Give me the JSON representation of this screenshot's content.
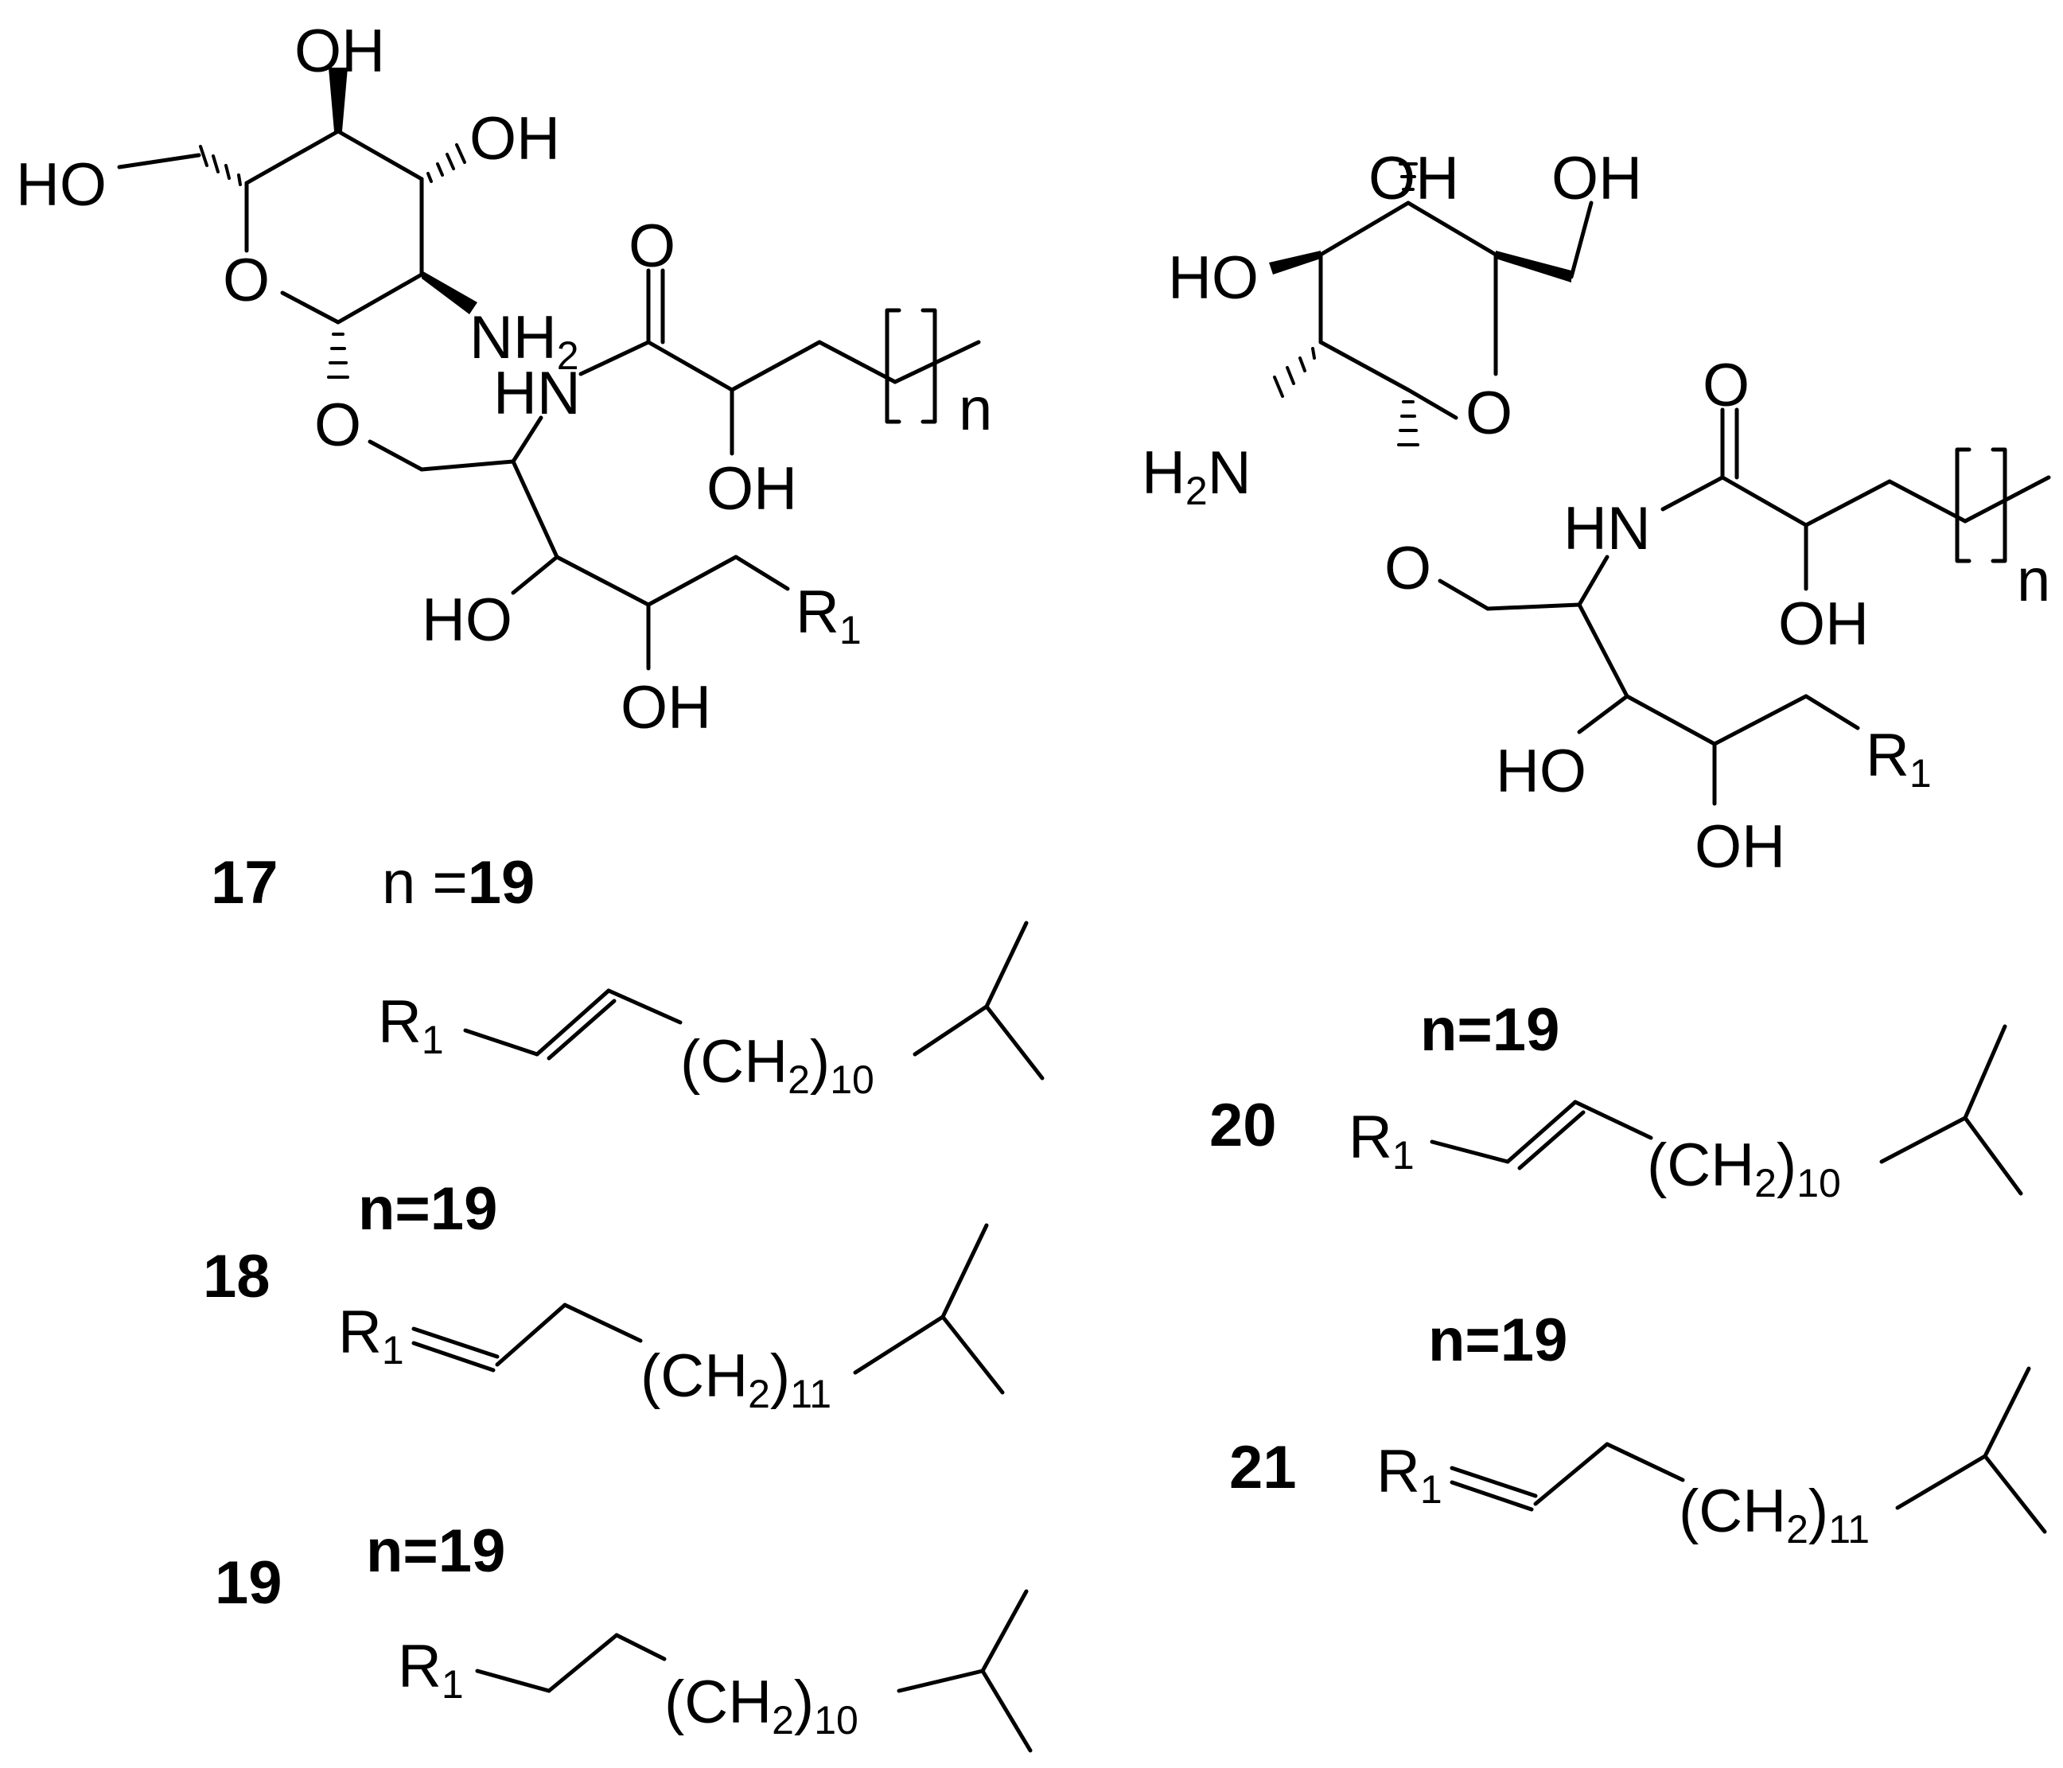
{
  "structure_a": {
    "oh_top": "OH",
    "oh_right": "OH",
    "ho_left": "HO",
    "ring_o": "O",
    "nh2": "NH",
    "nh2_sub": "2",
    "carbonyl_o": "O",
    "hn": "HN",
    "oh_alpha": "OH",
    "n_label": "n",
    "glyco_o": "O",
    "ho_chain": "HO",
    "oh_chain": "OH",
    "r1": "R",
    "r1_sub": "1"
  },
  "structure_b": {
    "oh_top1": "OH",
    "oh_top2": "OH",
    "ho_left": "HO",
    "ring_o": "O",
    "h2n": "H",
    "h2n_sub": "2",
    "h2n_n": "N",
    "carbonyl_o": "O",
    "hn": "HN",
    "glyco_o": "O",
    "oh_alpha": "OH",
    "n_label": "n",
    "ho_chain": "HO",
    "oh_chain": "OH",
    "r1": "R",
    "r1_sub": "1"
  },
  "compounds": [
    {
      "id": "17",
      "n_text": "n =",
      "n_value": "19",
      "r_label": "R",
      "r_sub": "1",
      "chain": "(CH",
      "chain_sub": "2",
      "chain_close": ")",
      "chain_count": "10"
    },
    {
      "id": "18",
      "n_text": "n=19",
      "r_label": "R",
      "r_sub": "1",
      "chain": "(CH",
      "chain_sub": "2",
      "chain_close": ")",
      "chain_count": "11"
    },
    {
      "id": "19",
      "n_text": "n=19",
      "r_label": "R",
      "r_sub": "1",
      "chain": "(CH",
      "chain_sub": "2",
      "chain_close": ")",
      "chain_count": "10"
    },
    {
      "id": "20",
      "n_text": "n=19",
      "r_label": "R",
      "r_sub": "1",
      "chain": "(CH",
      "chain_sub": "2",
      "chain_close": ")",
      "chain_count": "10"
    },
    {
      "id": "21",
      "n_text": "n=19",
      "r_label": "R",
      "r_sub": "1",
      "chain": "(CH",
      "chain_sub": "2",
      "chain_close": ")",
      "chain_count": "11"
    }
  ]
}
